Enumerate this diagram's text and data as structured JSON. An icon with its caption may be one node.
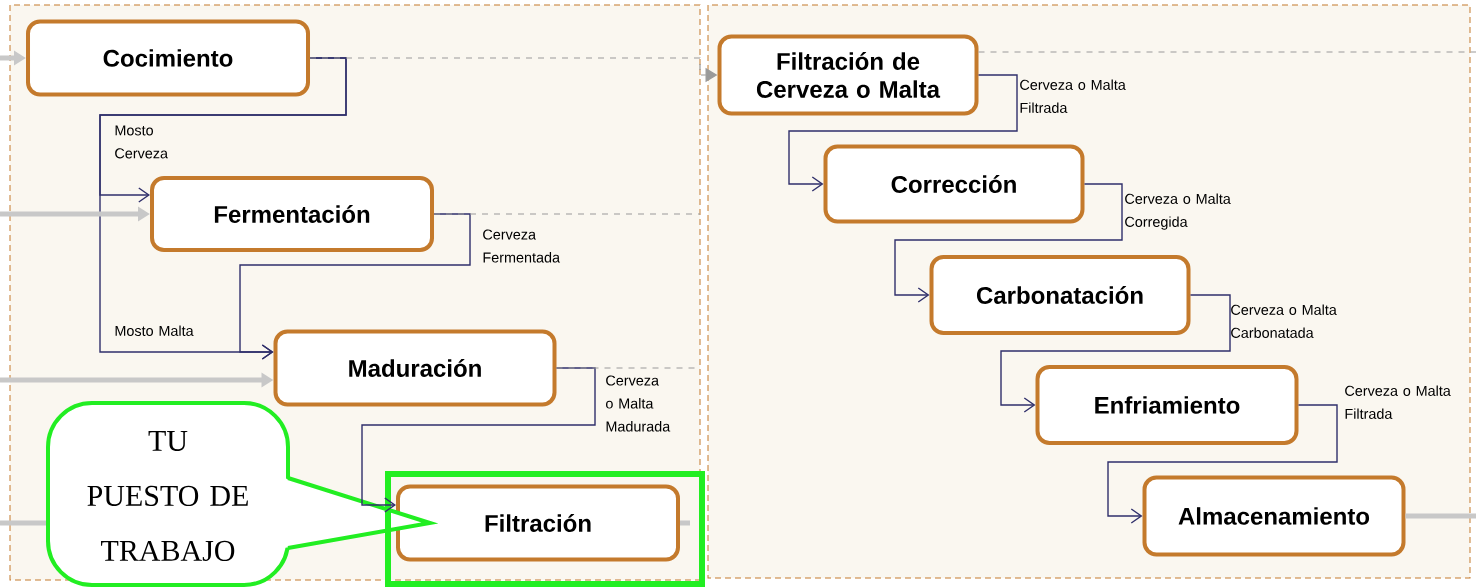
{
  "diagram": {
    "nodes": [
      {
        "text": [
          "Cocimiento"
        ]
      },
      {
        "text": [
          "Fermentación"
        ]
      },
      {
        "text": [
          "Maduración"
        ]
      },
      {
        "text": [
          "Filtración"
        ]
      },
      {
        "text": [
          "Filtración de Cerveza o Malta"
        ]
      },
      {
        "text": [
          "Corrección"
        ]
      },
      {
        "text": [
          "Carbonatación"
        ]
      },
      {
        "text": [
          "Enfriamiento"
        ]
      },
      {
        "text": [
          "Almacenamiento"
        ]
      },
      {
        "text": [
          "TU PUESTO DE TRABAJO"
        ]
      }
    ],
    "edges": [
      {
        "from": 0,
        "to": 1,
        "arrow": "to",
        "label": "Mosto Cerveza"
      },
      {
        "from": 0,
        "to": 2,
        "arrow": "to",
        "label": "Mosto Malta"
      },
      {
        "from": 1,
        "to": 2,
        "arrow": "to",
        "label": "Cerveza Fermentada"
      },
      {
        "from": 2,
        "to": 3,
        "arrow": "to",
        "label": "Cerveza o Malta Madurada"
      },
      {
        "from": 4,
        "to": 5,
        "arrow": "to",
        "label": "Cerveza o Malta Filtrada"
      },
      {
        "from": 5,
        "to": 6,
        "arrow": "to",
        "label": "Cerveza o Malta Corregida"
      },
      {
        "from": 6,
        "to": 7,
        "arrow": "to",
        "label": "Cerveza o Malta Carbonatada"
      },
      {
        "from": 7,
        "to": 8,
        "arrow": "to",
        "label": "Cerveza o Malta Filtrada"
      },
      {
        "from": 0,
        "to": 4,
        "arrow": "to",
        "style": "dashed",
        "color": "#9a9a9a"
      },
      {
        "from": 1,
        "to": null,
        "arrow": "none",
        "style": "dashed",
        "color": "#9a9a9a"
      },
      {
        "from": 2,
        "to": null,
        "arrow": "none",
        "style": "dashed",
        "color": "#9a9a9a"
      },
      {
        "from": 3,
        "to": null,
        "arrow": "none",
        "style": "thick",
        "color": "#c8c8c8"
      },
      {
        "from": 4,
        "to": null,
        "arrow": "none",
        "style": "dashed",
        "color": "#9a9a9a"
      },
      {
        "from": null,
        "to": 0,
        "arrow": "to",
        "style": "thick",
        "color": "#c8c8c8"
      },
      {
        "from": null,
        "to": 1,
        "arrow": "to",
        "style": "thick",
        "color": "#c8c8c8"
      },
      {
        "from": null,
        "to": 2,
        "arrow": "to",
        "style": "thick",
        "color": "#c8c8c8"
      },
      {
        "from": 8,
        "to": null,
        "arrow": "none",
        "style": "thick",
        "color": "#c8c8c8"
      }
    ]
  }
}
